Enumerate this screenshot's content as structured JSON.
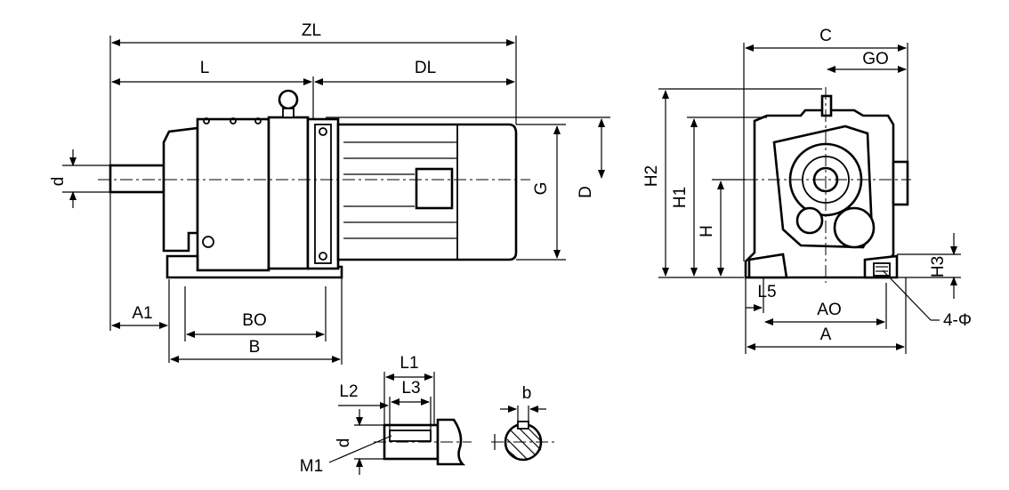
{
  "labels": {
    "ZL": "ZL",
    "L": "L",
    "DL": "DL",
    "d": "d",
    "G": "G",
    "D": "D",
    "A1": "A1",
    "BO": "BO",
    "B": "B",
    "C": "C",
    "GO": "GO",
    "H2": "H2",
    "H1": "H1",
    "H": "H",
    "H3": "H3",
    "L5": "L5",
    "AO": "AO",
    "A": "A",
    "four_phi": "4-Φ",
    "L1": "L1",
    "L2": "L2",
    "L3": "L3",
    "d_shaft": "d",
    "M1": "M1",
    "b": "b"
  }
}
